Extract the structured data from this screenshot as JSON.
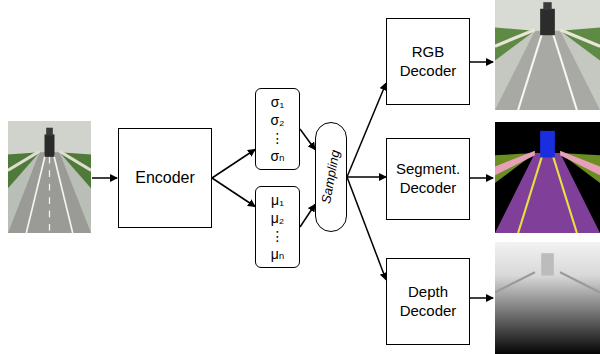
{
  "diagram": {
    "nodes": [
      {
        "text": [
          "Encoder"
        ]
      },
      {
        "text": [
          "σ₁ σ₂ ⋮ σₙ"
        ]
      },
      {
        "text": [
          "μ₁ μ₂ ⋮ μₙ"
        ]
      },
      {
        "text": [
          "Sampling"
        ]
      },
      {
        "text": [
          "RGB Decoder"
        ]
      },
      {
        "text": [
          "Segment. Decoder"
        ]
      },
      {
        "text": [
          "Depth Decoder"
        ]
      }
    ],
    "edges": [
      {
        "from": 0,
        "to": 1,
        "arrow": "to"
      },
      {
        "from": 0,
        "to": 2,
        "arrow": "to"
      },
      {
        "from": 1,
        "to": 3,
        "arrow": "to"
      },
      {
        "from": 2,
        "to": 3,
        "arrow": "to"
      },
      {
        "from": 3,
        "to": 4,
        "arrow": "to"
      },
      {
        "from": 3,
        "to": 5,
        "arrow": "to"
      },
      {
        "from": 3,
        "to": 6,
        "arrow": "to"
      }
    ]
  }
}
